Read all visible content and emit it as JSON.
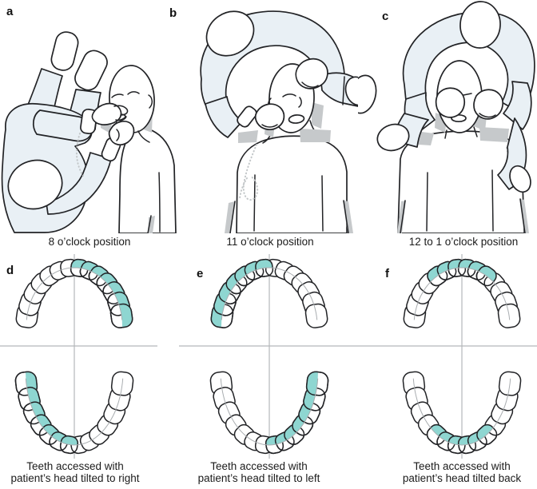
{
  "figure_type": "dental operator positioning diagram",
  "colors": {
    "highlight": "#8ed6d1",
    "outline": "#222326",
    "clothing": "#e9f0f5",
    "chair_grey": "#c6c9cb",
    "guide_line": "#a9adb0",
    "crosshair": "#b5b8ba",
    "dotted": "#c3c7c9"
  },
  "teeth_per_arch": 14,
  "top_panels": [
    {
      "label": "a",
      "caption": "8 o’clock position"
    },
    {
      "label": "b",
      "caption": "11 o’clock position"
    },
    {
      "label": "c",
      "caption": "12 to 1 o’clock position"
    }
  ],
  "bottom_panels": [
    {
      "label": "d",
      "caption": "Teeth accessed with\npatient’s head tilted to right",
      "upper_arch_highlighted_teeth": [
        8,
        9,
        10,
        11,
        12,
        13,
        14
      ],
      "lower_arch_highlighted_teeth": [
        1,
        2,
        3,
        4,
        5,
        6,
        7
      ]
    },
    {
      "label": "e",
      "caption": "Teeth accessed with\npatient’s head tilted to left",
      "upper_arch_highlighted_teeth": [
        1,
        2,
        3,
        4,
        5,
        6,
        7
      ],
      "lower_arch_highlighted_teeth": [
        8,
        9,
        10,
        11,
        12,
        13,
        14
      ]
    },
    {
      "label": "f",
      "caption": "Teeth accessed with\npatient’s head tilted back",
      "upper_arch_highlighted_teeth": [
        5,
        6,
        7,
        8,
        9,
        10
      ],
      "lower_arch_highlighted_teeth": [
        5,
        6,
        7,
        8,
        9,
        10
      ]
    }
  ]
}
